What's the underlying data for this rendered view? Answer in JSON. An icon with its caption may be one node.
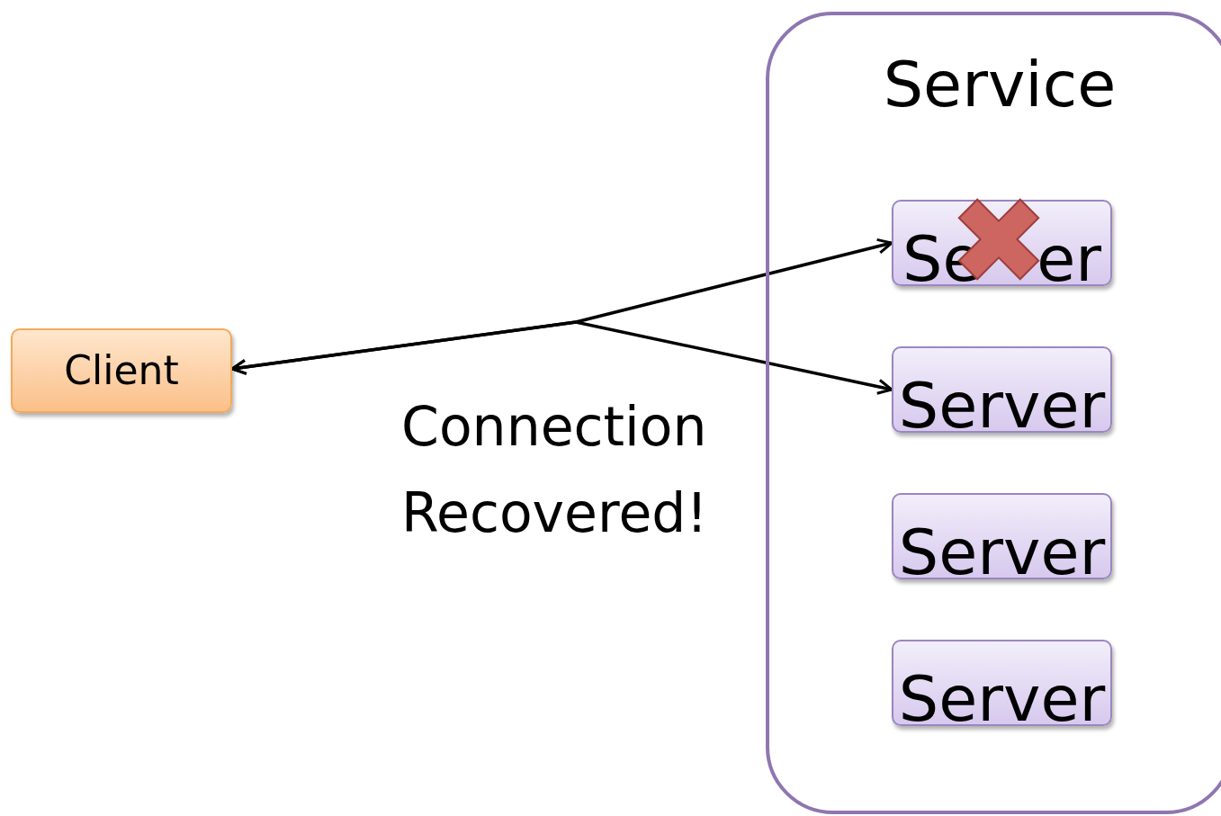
{
  "diagram": {
    "nodes": [
      {
        "text": [
          "Client"
        ]
      },
      {
        "text": [
          "Service"
        ]
      },
      {
        "text": [
          "Se",
          "er"
        ],
        "in": 1
      },
      {
        "text": [
          "Server"
        ],
        "in": 1
      },
      {
        "text": [
          "Server"
        ],
        "in": 1
      },
      {
        "text": [
          "Server"
        ],
        "in": 1
      }
    ],
    "edges": [
      {
        "from": 0,
        "to": 2,
        "arrow": "both"
      },
      {
        "from": 0,
        "to": 3,
        "arrow": "both"
      }
    ],
    "labels": [
      "Connection Recovered!"
    ]
  }
}
